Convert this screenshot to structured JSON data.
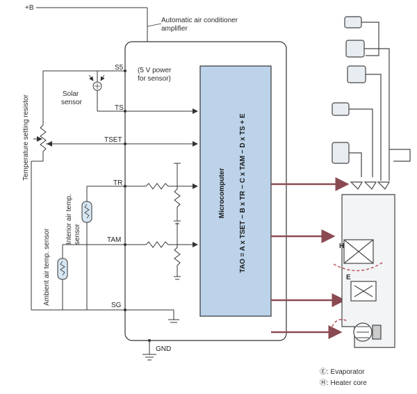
{
  "diagram": {
    "plus_b": "+B",
    "amp_title_1": "Automatic air conditioner",
    "amp_title_2": "amplifier",
    "s5_note_1": "(5 V power",
    "s5_note_2": "for sensor)",
    "solar_1": "Solar",
    "solar_2": "sensor",
    "temp_setting_resistor": "Temperature setting resistor",
    "ambient_sensor": "Ambient air temp. sensor",
    "interior_sensor_1": "Interior air temp.",
    "interior_sensor_2": "sensor",
    "microcomputer": "Microcomputer",
    "formula": "TAO = A x TSET − B x TR − C x TAM − D x TS + E",
    "pins": {
      "s5": "S5",
      "ts": "TS",
      "tset": "TSET",
      "tr": "TR",
      "tam": "TAM",
      "sg": "SG",
      "gnd": "GND"
    },
    "duct_h": "H",
    "duct_e": "E",
    "legend_evaporator": "Ⓔ: Evaporator",
    "legend_heater": "Ⓗ: Heater core"
  },
  "colors": {
    "micro_fill": "#bcd3ea",
    "signal_line": "#8b4a52",
    "wire": "#333333"
  }
}
